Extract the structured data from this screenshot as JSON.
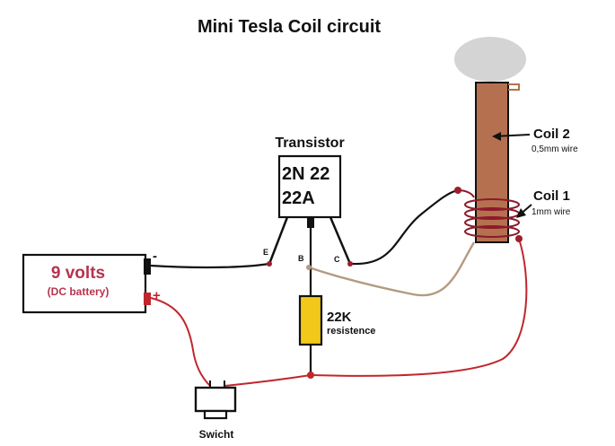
{
  "title": "Mini Tesla Coil circuit",
  "transistor": {
    "heading": "Transistor",
    "part_line1": "2N 22",
    "part_line2": "22A",
    "pin_emitter": "E",
    "pin_base": "B",
    "pin_collector": "C"
  },
  "battery": {
    "voltage": "9 volts",
    "type": "(DC battery)",
    "negative_sign": "-",
    "positive_sign": "+"
  },
  "resistor": {
    "value": "22K",
    "name": "resistence"
  },
  "switch": {
    "label": "Swicht"
  },
  "coil2": {
    "label": "Coil 2",
    "wire": "0,5mm wire"
  },
  "coil1": {
    "label": "Coil 1",
    "wire": "1mm wire"
  },
  "colors": {
    "black_wire": "#111111",
    "red_wire": "#c0272d",
    "tan_wire": "#b49a80",
    "battery_text": "#b5344e",
    "resistor_fill": "#f2c81a",
    "coil_body": "#b5714f",
    "top_load": "#d4d4d4",
    "junction": "#9e1e2b"
  }
}
